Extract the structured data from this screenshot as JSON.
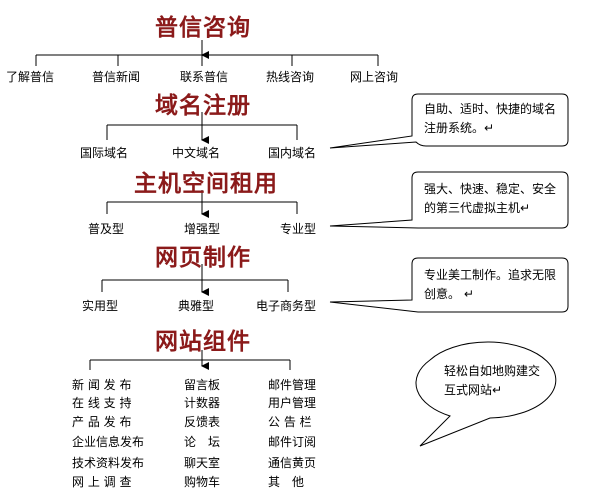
{
  "colors": {
    "heading": "#8b1a1a",
    "line": "#000000"
  },
  "sections": [
    {
      "title": "普信咨询",
      "items": [
        "了解普信",
        "普信新闻",
        "联系普信",
        "热线咨询",
        "网上咨询"
      ]
    },
    {
      "title": "域名注册",
      "items": [
        "国际域名",
        "中文域名",
        "国内域名"
      ],
      "callout": "自助、适时、快捷的域名注册系统。↵"
    },
    {
      "title": "主机空间租用",
      "items": [
        "普及型",
        "增强型",
        "专业型"
      ],
      "callout": "强大、快速、稳定、安全的第三代虚拟主机↵"
    },
    {
      "title": "网页制作",
      "items": [
        "实用型",
        "典雅型",
        "电子商务型"
      ],
      "callout": "专业美工制作。追求无限创意。 ↵"
    },
    {
      "title": "网站组件",
      "columns": [
        [
          "新 闻 发 布",
          "在 线 支 持",
          "产 品 发 布",
          "企业信息发布",
          "技术资料发布",
          "网 上 调 查"
        ],
        [
          "留言板",
          "计数器",
          "反馈表",
          "论　坛",
          "聊天室",
          "购物车"
        ],
        [
          "邮件管理",
          "用户管理",
          "公 告 栏",
          "邮件订阅",
          "通信黄页",
          "其　他"
        ]
      ],
      "callout": "轻松自如地购建交互式网站↵"
    }
  ]
}
